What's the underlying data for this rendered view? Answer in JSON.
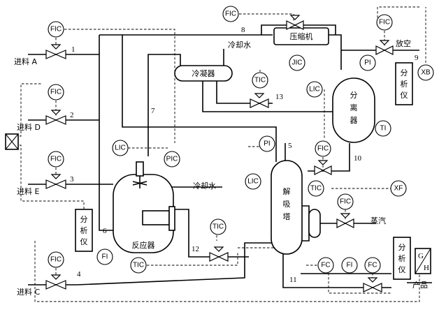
{
  "equipment": {
    "compressor": "压缩机",
    "condenser": "冷凝器",
    "separator": [
      "分",
      "离",
      "器"
    ],
    "reactor": "反应器",
    "stripper": [
      "解",
      "吸",
      "塔"
    ],
    "analyzer": [
      "分",
      "析",
      "仪"
    ]
  },
  "streams": {
    "feed_a": "进料 A",
    "feed_d": "进料 D",
    "feed_e": "进料 E",
    "feed_c": "进料 C",
    "cooling_water": "冷却水",
    "steam": "蒸汽",
    "purge": "放空",
    "product": "产品"
  },
  "line_numbers": [
    "1",
    "2",
    "3",
    "4",
    "5",
    "6",
    "7",
    "8",
    "9",
    "10",
    "11",
    "12",
    "13"
  ],
  "instruments": {
    "fic": "FIC",
    "lic": "LIC",
    "pic": "PIC",
    "tic": "TIC",
    "jic": "JIC",
    "pi": "PI",
    "ti": "TI",
    "fi": "FI",
    "fc": "FC",
    "xb": "XB",
    "xf": "XF"
  },
  "analyzer_tag": {
    "top": "G",
    "bottom": "H"
  }
}
